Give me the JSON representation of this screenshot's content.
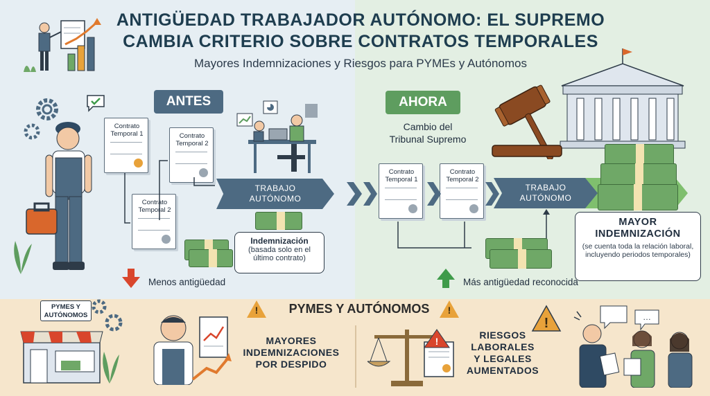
{
  "header": {
    "title_line1": "ANTIGÜEDAD TRABAJADOR AUTÓNOMO: EL SUPREMO",
    "title_line2": "CAMBIA CRITERIO SOBRE CONTRATOS TEMPORALES",
    "subtitle": "Mayores Indemnizaciones y Riesgos para PYMEs y Autónomos"
  },
  "antes": {
    "label": "ANTES",
    "doc1": "Contrato Temporal 1",
    "doc2a": "Contrato Temporal 2",
    "doc2b": "Contrato Temporal 2",
    "ribbon_line1": "TRABAJO",
    "ribbon_line2": "AUTÓNOMO",
    "box_title": "Indemnización",
    "box_body": "(basada solo en el último contrato)",
    "caption": "Menos antigüedad"
  },
  "ahora": {
    "label": "AHORA",
    "cambio_line1": "Cambio del",
    "cambio_line2": "Tribunal Supremo",
    "doc1": "Contrato Temporal 1",
    "doc2": "Contrato Temporal 2",
    "ribbon_line1": "TRABAJO",
    "ribbon_line2": "AUTÓNOMO",
    "box_title_line1": "MAYOR",
    "box_title_line2": "INDEMNIZACIÓN",
    "box_body": "(se cuenta toda la relación laboral, incluyendo periodos temporales)",
    "caption": "Más antigüedad reconocida"
  },
  "bottom": {
    "banner": "PYMES Y AUTÓNOMOS",
    "shop_sign_line1": "PYMES Y",
    "shop_sign_line2": "AUTÓNOMOS",
    "left_line1": "MAYORES",
    "left_line2": "INDEMNIZACIONES",
    "left_line3": "POR DESPIDO",
    "right_line1": "RIESGOS",
    "right_line2": "LABORALES",
    "right_line3": "Y LEGALES",
    "right_line4": "AUMENTADOS"
  },
  "colors": {
    "antes": "#4d6a82",
    "ahora": "#5e9d5f",
    "warning": "#e8a23a",
    "money": "#6fa867",
    "bottom_band": "#f6e6cc"
  },
  "icons": [
    "gear-icon",
    "check-bubble-icon",
    "chart-icon",
    "gavel-icon",
    "courthouse-icon",
    "warning-icon",
    "scale-icon",
    "speech-bubble-icon",
    "down-arrow-icon",
    "up-arrow-icon"
  ]
}
